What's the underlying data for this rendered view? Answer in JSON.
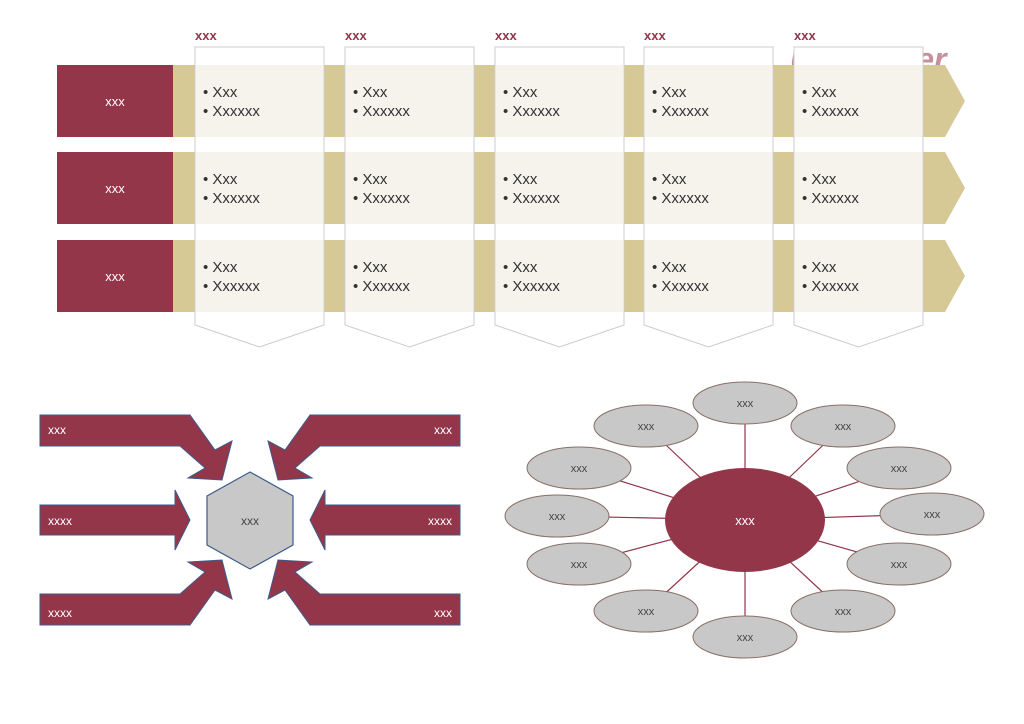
{
  "logo": {
    "text": "Ue!Grader",
    "color": "#94364a"
  },
  "colors": {
    "crimson": "#94364a",
    "sand": "#d6c995",
    "cream": "#f5f3ec",
    "gray": "#c8c8c8",
    "outline": "#cccccc"
  },
  "matrix": {
    "column_headers": [
      "xxx",
      "xxx",
      "xxx",
      "xxx",
      "xxx"
    ],
    "rows": [
      {
        "label": "xxx",
        "cells": [
          [
            "Xxx",
            "Xxxxxx"
          ],
          [
            "Xxx",
            "Xxxxxx"
          ],
          [
            "Xxx",
            "Xxxxxx"
          ],
          [
            "Xxx",
            "Xxxxxx"
          ],
          [
            "Xxx",
            "Xxxxxx"
          ]
        ]
      },
      {
        "label": "xxx",
        "cells": [
          [
            "Xxx",
            "Xxxxxx"
          ],
          [
            "Xxx",
            "Xxxxxx"
          ],
          [
            "Xxx",
            "Xxxxxx"
          ],
          [
            "Xxx",
            "Xxxxxx"
          ],
          [
            "Xxx",
            "Xxxxxx"
          ]
        ]
      },
      {
        "label": "xxx",
        "cells": [
          [
            "Xxx",
            "Xxxxxx"
          ],
          [
            "Xxx",
            "Xxxxxx"
          ],
          [
            "Xxx",
            "Xxxxxx"
          ],
          [
            "Xxx",
            "Xxxxxx"
          ],
          [
            "Xxx",
            "Xxxxxx"
          ]
        ]
      }
    ]
  },
  "converge": {
    "center": "xxx",
    "arrows": {
      "top_left": "xxx",
      "top_right": "xxx",
      "mid_left": "xxxx",
      "mid_right": "xxxx",
      "bottom_left": "xxxx",
      "bottom_right": "xxx"
    }
  },
  "radial": {
    "center": "xxx",
    "nodes": [
      "xxx",
      "xxx",
      "xxx",
      "xxx",
      "xxx",
      "xxx",
      "xxx",
      "xxx",
      "xxx",
      "xxx",
      "xxx",
      "xxx"
    ]
  }
}
